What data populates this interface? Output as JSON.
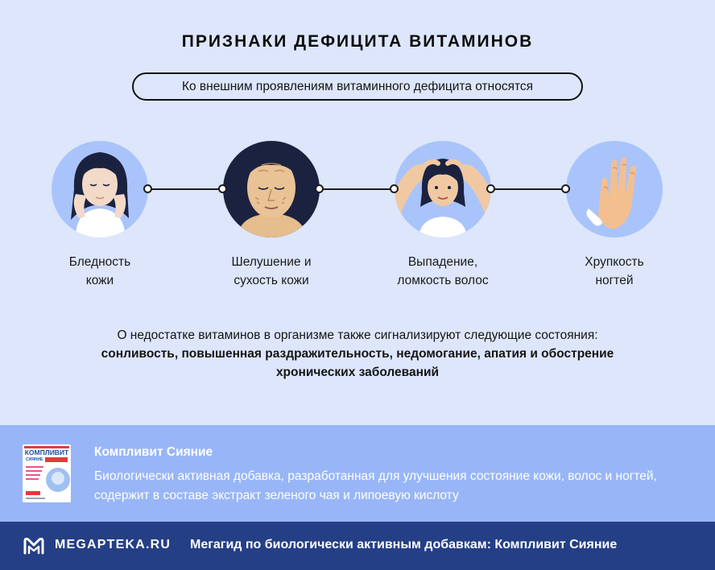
{
  "header": {
    "title": "ПРИЗНАКИ ДЕФИЦИТА ВИТАМИНОВ",
    "subtitle": "Ко внешним проявлениям витаминного дефицита относятся"
  },
  "signs": [
    {
      "line1": "Бледность",
      "line2": "кожи",
      "icon": "pale-skin-woman-illustration"
    },
    {
      "line1": "Шелушение и",
      "line2": "сухость кожи",
      "icon": "dry-skin-face-illustration"
    },
    {
      "line1": "Выпадение,",
      "line2": "ломкость волос",
      "icon": "hair-loss-woman-illustration"
    },
    {
      "line1": "Хрупкость",
      "line2": "ногтей",
      "icon": "hand-nails-illustration"
    }
  ],
  "note": {
    "intro": "О недостатке витаминов в организме также сигнализируют следующие состояния: ",
    "highlight": "сонливость, повышенная раздражительность, недомогание, апатия и обострение хронических заболеваний"
  },
  "product": {
    "name": "Компливит Сияние",
    "description": "Биологически активная добавка, разработанная для улучшения состояние кожи, волос и ногтей, содержит в составе экстракт зеленого чая и липоевую кислоту",
    "package_brand": "КОМПЛИВИТ",
    "package_sub": "СИЯНИЕ"
  },
  "footer": {
    "logo": "MEGAPTEKA.RU",
    "text": "Мегагид по биологически активным добавкам: Компливит Сияние"
  },
  "colors": {
    "background": "#dde6fb",
    "circle": "#a9c4fb",
    "product_band": "#98b6f7",
    "footer": "#243f85"
  }
}
